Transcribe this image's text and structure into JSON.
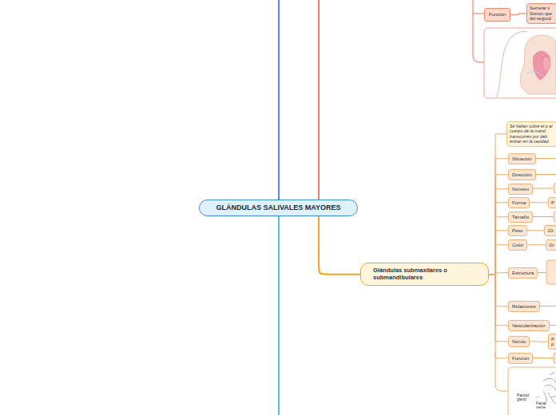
{
  "diagram": {
    "nodes": [
      {
        "text": [
          "GLÁNDULAS SALIVALES MAYORES"
        ]
      },
      {
        "text": [
          "Función"
        ]
      },
      {
        "text": [
          "Secretar s Stenon que del segund"
        ]
      },
      {
        "text": [
          "Glándulas submaxilares o submandibulares"
        ]
      },
      {
        "text": [
          "Se hallan sobre el p al cuerpo de la mand transcurren por deb entran en la cavidad"
        ]
      },
      {
        "text": [
          "Situación"
        ]
      },
      {
        "text": [
          "Dirección"
        ]
      },
      {
        "text": [
          "Número"
        ]
      },
      {
        "text": [
          "Forma"
        ]
      },
      {
        "text": [
          "P"
        ]
      },
      {
        "text": [
          "Tamaño"
        ]
      },
      {
        "text": [
          "Peso"
        ]
      },
      {
        "text": [
          "10-"
        ]
      },
      {
        "text": [
          "Color"
        ]
      },
      {
        "text": [
          "Gr"
        ]
      },
      {
        "text": [
          "Estructura"
        ]
      },
      {
        "text": [
          "Relaciones"
        ]
      },
      {
        "text": [
          "Vascularización"
        ]
      },
      {
        "text": [
          "Nervio"
        ]
      },
      {
        "text": [
          "P p"
        ]
      },
      {
        "text": [
          "Función"
        ]
      }
    ],
    "edges": [
      {
        "from": 1,
        "to": 2,
        "arrow": "none"
      },
      {
        "from": 0,
        "to": 3,
        "arrow": "none"
      },
      {
        "from": 3,
        "to": 4,
        "arrow": "none"
      },
      {
        "from": 3,
        "to": 5,
        "arrow": "none"
      },
      {
        "from": 3,
        "to": 6,
        "arrow": "none"
      },
      {
        "from": 3,
        "to": 7,
        "arrow": "none"
      },
      {
        "from": 3,
        "to": 8,
        "arrow": "none"
      },
      {
        "from": 8,
        "to": 9,
        "arrow": "none"
      },
      {
        "from": 3,
        "to": 10,
        "arrow": "none"
      },
      {
        "from": 3,
        "to": 11,
        "arrow": "none"
      },
      {
        "from": 11,
        "to": 12,
        "arrow": "none"
      },
      {
        "from": 3,
        "to": 13,
        "arrow": "none"
      },
      {
        "from": 13,
        "to": 14,
        "arrow": "none"
      },
      {
        "from": 3,
        "to": 15,
        "arrow": "none"
      },
      {
        "from": 3,
        "to": 16,
        "arrow": "none"
      },
      {
        "from": 3,
        "to": 17,
        "arrow": "none"
      },
      {
        "from": 3,
        "to": 18,
        "arrow": "none"
      },
      {
        "from": 18,
        "to": 19,
        "arrow": "none"
      },
      {
        "from": 3,
        "to": 20,
        "arrow": "none"
      }
    ],
    "labels": [
      "Parotid gland",
      "Facial nerve"
    ]
  }
}
